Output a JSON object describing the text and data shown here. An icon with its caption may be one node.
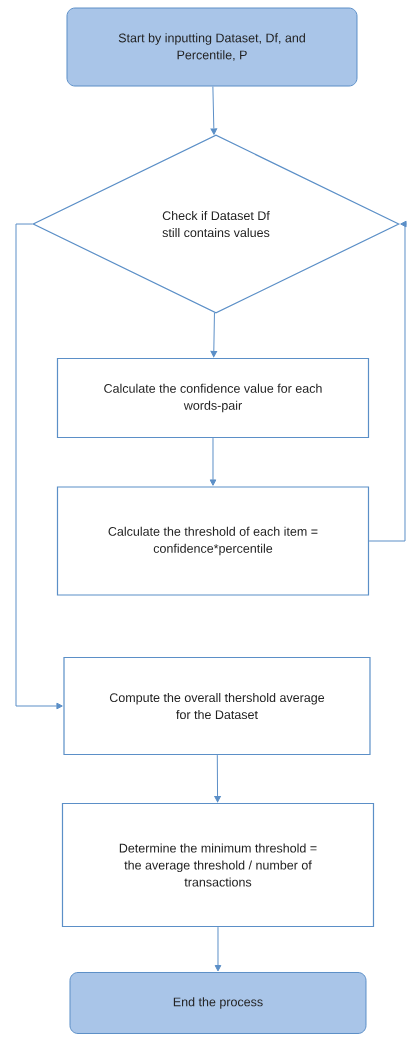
{
  "diagram": {
    "nodes": [
      {
        "text": [
          "Start by inputting Dataset, Df, and Percentile, P"
        ]
      },
      {
        "text": [
          "Check if Dataset Df still contains values"
        ]
      },
      {
        "text": [
          "Calculate the confidence value for each words-pair"
        ]
      },
      {
        "text": [
          "Calculate the threshold of each item = confidence*percentile"
        ]
      },
      {
        "text": [
          "Compute the overall thershold average for the Dataset"
        ]
      },
      {
        "text": [
          "Determine the minimum threshold = the average threshold / number of transactions"
        ]
      },
      {
        "text": [
          "End the process"
        ]
      }
    ],
    "edges": [
      {
        "from": 0,
        "to": 1,
        "arrow": "to"
      },
      {
        "from": 1,
        "to": 2,
        "arrow": "to"
      },
      {
        "from": 2,
        "to": 3,
        "arrow": "to"
      },
      {
        "from": 3,
        "to": 1,
        "arrow": "to"
      },
      {
        "from": 1,
        "to": 4,
        "arrow": "to"
      },
      {
        "from": 4,
        "to": 5,
        "arrow": "to"
      },
      {
        "from": 5,
        "to": 6,
        "arrow": "to"
      }
    ]
  }
}
